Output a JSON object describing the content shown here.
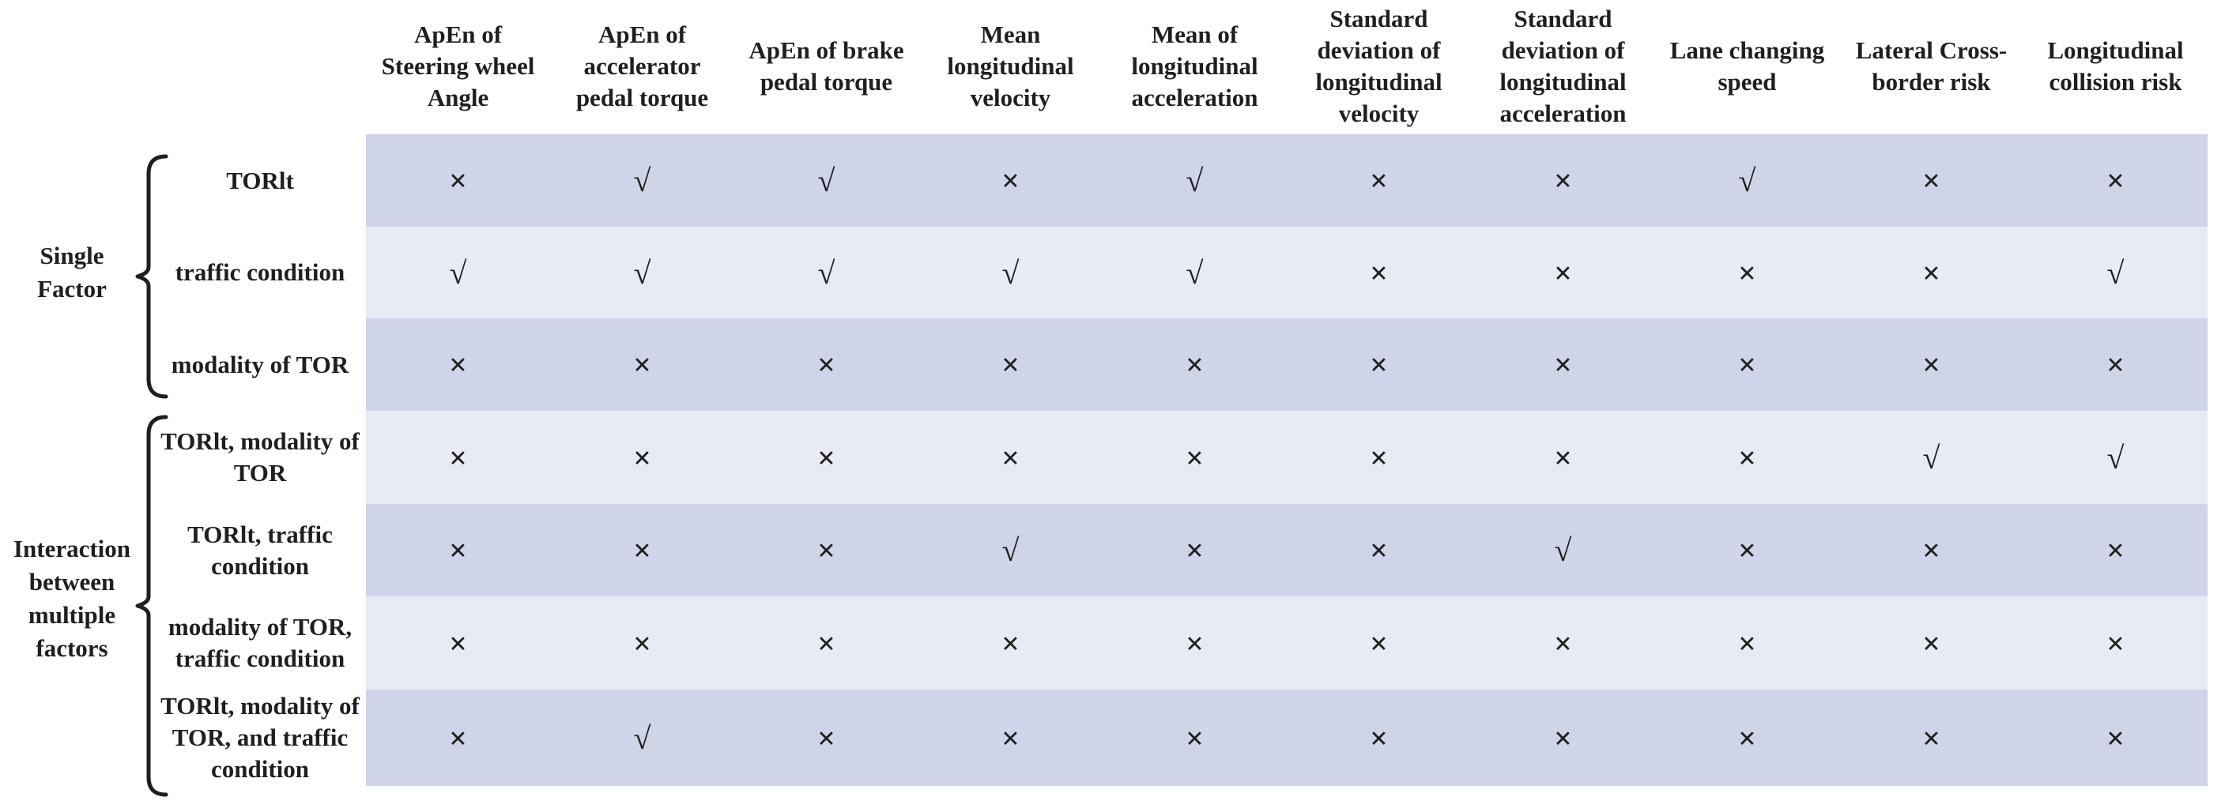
{
  "figure": {
    "columns": [
      "ApEn of Steering wheel Angle",
      "ApEn of accelerator pedal torque",
      "ApEn of brake pedal torque",
      "Mean longitudinal velocity",
      "Mean of longitudinal acceleration",
      "Standard deviation of longitudinal velocity",
      "Standard deviation of longitudinal acceleration",
      "Lane changing speed",
      "Lateral Cross-border risk",
      "Longitudinal collision risk"
    ],
    "symbols": {
      "check": "√",
      "cross": "×"
    },
    "colors": {
      "row_dark": "#cfd4e8",
      "row_light": "#e8eaf4",
      "text": "#1f1f1f"
    },
    "groups": [
      {
        "label": "Single Factor",
        "rows": [
          {
            "label": "TORlt",
            "values": [
              "×",
              "√",
              "√",
              "×",
              "√",
              "×",
              "×",
              "√",
              "×",
              "×"
            ]
          },
          {
            "label": "traffic condition",
            "values": [
              "√",
              "√",
              "√",
              "√",
              "√",
              "×",
              "×",
              "×",
              "×",
              "√"
            ]
          },
          {
            "label": "modality of TOR",
            "values": [
              "×",
              "×",
              "×",
              "×",
              "×",
              "×",
              "×",
              "×",
              "×",
              "×"
            ]
          }
        ]
      },
      {
        "label": "Interaction between multiple factors",
        "rows": [
          {
            "label": "TORlt, modality of TOR",
            "values": [
              "×",
              "×",
              "×",
              "×",
              "×",
              "×",
              "×",
              "×",
              "√",
              "√"
            ]
          },
          {
            "label": "TORlt, traffic condition",
            "values": [
              "×",
              "×",
              "×",
              "√",
              "×",
              "×",
              "√",
              "×",
              "×",
              "×"
            ]
          },
          {
            "label": "modality of TOR, traffic condition",
            "values": [
              "×",
              "×",
              "×",
              "×",
              "×",
              "×",
              "×",
              "×",
              "×",
              "×"
            ]
          },
          {
            "label": "TORlt, modality of TOR, and traffic condition",
            "values": [
              "×",
              "√",
              "×",
              "×",
              "×",
              "×",
              "×",
              "×",
              "×",
              "×"
            ]
          }
        ]
      }
    ]
  },
  "chart_data": {
    "type": "table",
    "columns": [
      "ApEn of Steering wheel Angle",
      "ApEn of accelerator pedal torque",
      "ApEn of brake pedal torque",
      "Mean longitudinal velocity",
      "Mean of longitudinal acceleration",
      "Standard deviation of longitudinal velocity",
      "Standard deviation of longitudinal acceleration",
      "Lane changing speed",
      "Lateral Cross-border risk",
      "Longitudinal collision risk"
    ],
    "rows": [
      {
        "group": "Single Factor",
        "label": "TORlt",
        "values": [
          "×",
          "√",
          "√",
          "×",
          "√",
          "×",
          "×",
          "√",
          "×",
          "×"
        ]
      },
      {
        "group": "Single Factor",
        "label": "traffic condition",
        "values": [
          "√",
          "√",
          "√",
          "√",
          "√",
          "×",
          "×",
          "×",
          "×",
          "√"
        ]
      },
      {
        "group": "Single Factor",
        "label": "modality of TOR",
        "values": [
          "×",
          "×",
          "×",
          "×",
          "×",
          "×",
          "×",
          "×",
          "×",
          "×"
        ]
      },
      {
        "group": "Interaction between multiple factors",
        "label": "TORlt, modality of TOR",
        "values": [
          "×",
          "×",
          "×",
          "×",
          "×",
          "×",
          "×",
          "×",
          "√",
          "√"
        ]
      },
      {
        "group": "Interaction between multiple factors",
        "label": "TORlt, traffic condition",
        "values": [
          "×",
          "×",
          "×",
          "√",
          "×",
          "×",
          "√",
          "×",
          "×",
          "×"
        ]
      },
      {
        "group": "Interaction between multiple factors",
        "label": "modality of TOR, traffic condition",
        "values": [
          "×",
          "×",
          "×",
          "×",
          "×",
          "×",
          "×",
          "×",
          "×",
          "×"
        ]
      },
      {
        "group": "Interaction between multiple factors",
        "label": "TORlt, modality of TOR, and traffic condition",
        "values": [
          "×",
          "√",
          "×",
          "×",
          "×",
          "×",
          "×",
          "×",
          "×",
          "×"
        ]
      }
    ]
  }
}
